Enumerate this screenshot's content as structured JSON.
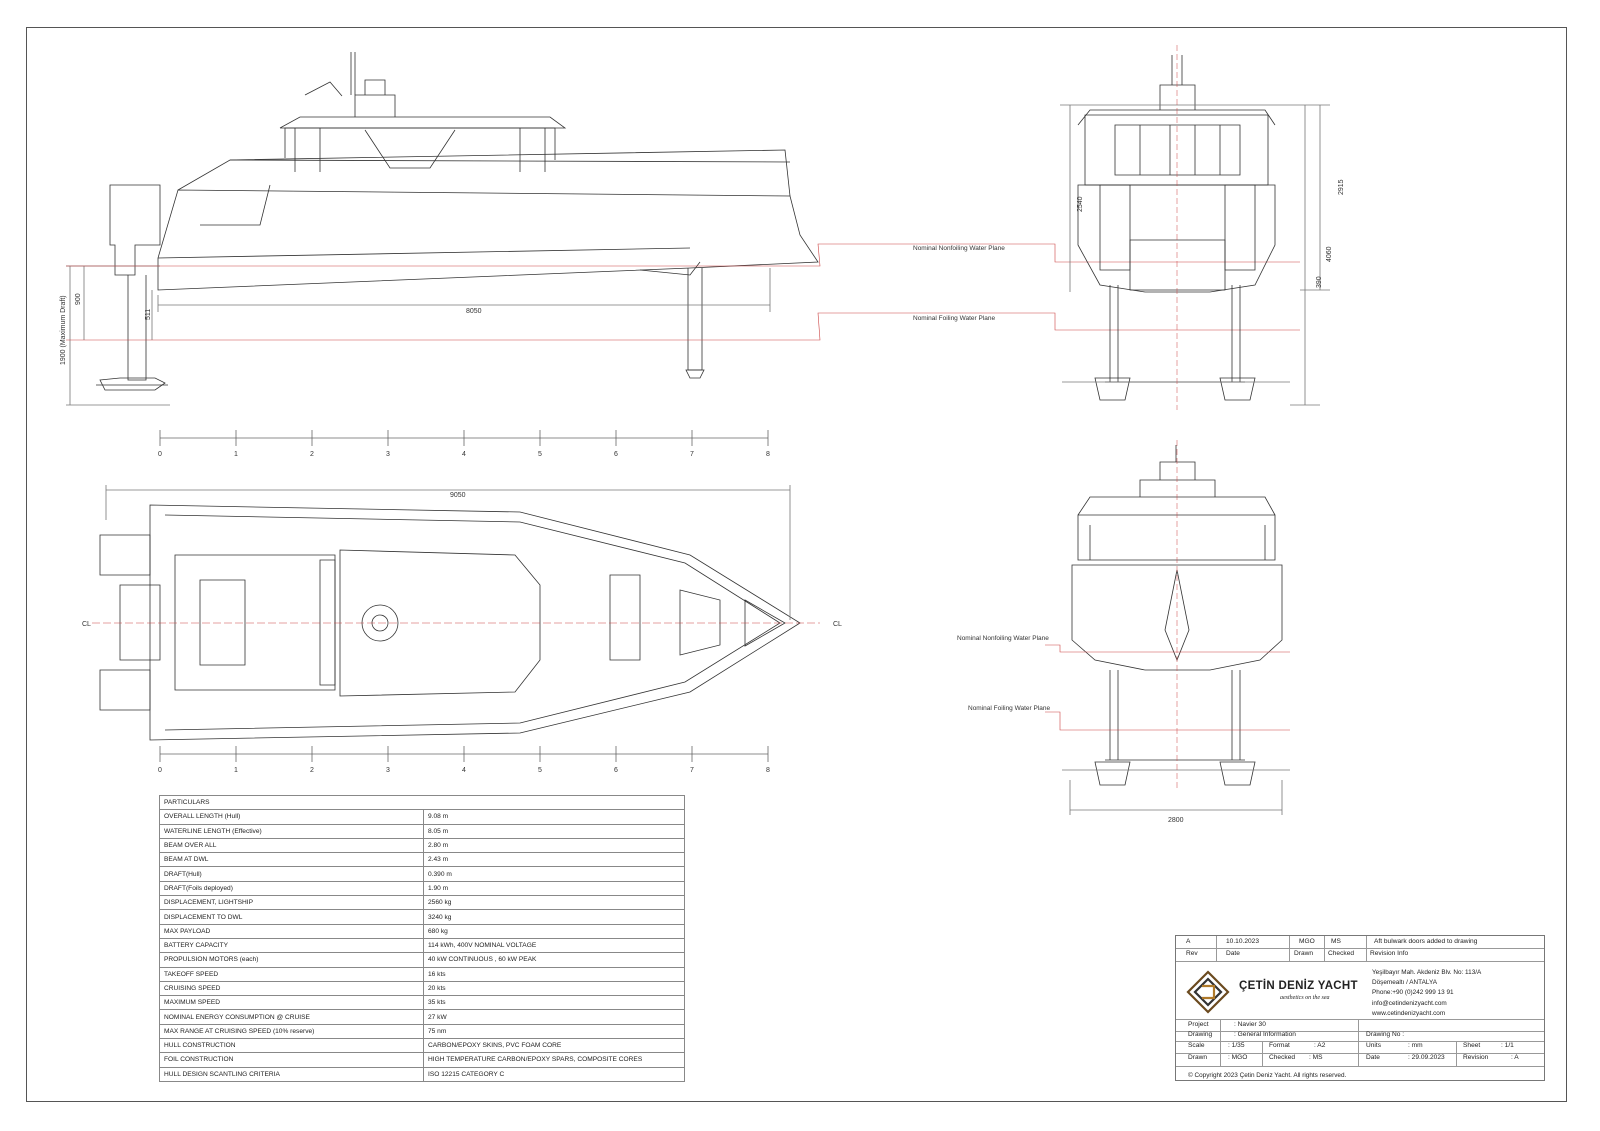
{
  "dimensions": {
    "profile_draft_total": "1900 (Maximum Draft)",
    "profile_900": "900",
    "profile_511": "511",
    "profile_waterline": "8050",
    "front_2540": "2540",
    "front_2915": "2915",
    "front_4060": "4060",
    "front_390": "390",
    "plan_length": "9050",
    "rear_beam": "2800",
    "cl": "CL"
  },
  "labels": {
    "nonfoiling": "Nominal Nonfoiling Water Plane",
    "foiling": "Nominal Foiling Water Plane"
  },
  "scale_ticks": [
    "0",
    "1",
    "2",
    "3",
    "4",
    "5",
    "6",
    "7",
    "8"
  ],
  "particulars": {
    "header": "PARTICULARS",
    "rows": [
      {
        "k": "OVERALL LENGTH (Hull)",
        "v": "9.08 m"
      },
      {
        "k": "WATERLINE LENGTH (Effective)",
        "v": "8.05 m"
      },
      {
        "k": "BEAM OVER ALL",
        "v": "2.80 m"
      },
      {
        "k": "BEAM AT DWL",
        "v": "2.43 m"
      },
      {
        "k": "DRAFT(Hull)",
        "v": "0.390 m"
      },
      {
        "k": "DRAFT(Foils deployed)",
        "v": "1.90 m"
      },
      {
        "k": "DISPLACEMENT, LIGHTSHIP",
        "v": "2560 kg"
      },
      {
        "k": "DISPLACEMENT TO DWL",
        "v": "3240 kg"
      },
      {
        "k": "MAX PAYLOAD",
        "v": "680 kg"
      },
      {
        "k": "BATTERY CAPACITY",
        "v": "114 kWh, 400V NOMINAL VOLTAGE"
      },
      {
        "k": "PROPULSION MOTORS (each)",
        "v": "40 kW CONTINUOUS , 60 kW PEAK"
      },
      {
        "k": "TAKEOFF SPEED",
        "v": "16 kts"
      },
      {
        "k": "CRUISING SPEED",
        "v": "20 kts"
      },
      {
        "k": "MAXIMUM SPEED",
        "v": "35 kts"
      },
      {
        "k": "NOMINAL ENERGY CONSUMPTION @ CRUISE",
        "v": "27 kW"
      },
      {
        "k": "MAX RANGE AT CRUISING SPEED (10% reserve)",
        "v": "75 nm"
      },
      {
        "k": "HULL CONSTRUCTION",
        "v": "CARBON/EPOXY SKINS, PVC FOAM CORE"
      },
      {
        "k": "FOIL CONSTRUCTION",
        "v": "HIGH TEMPERATURE CARBON/EPOXY SPARS, COMPOSITE CORES"
      },
      {
        "k": "HULL DESIGN SCANTLING CRITERIA",
        "v": "ISO 12215 CATEGORY C"
      }
    ]
  },
  "titleblock": {
    "rev_row": {
      "rev": "A",
      "date": "10.10.2023",
      "drawn": "MGO",
      "checked": "MS",
      "info": "Aft bulwark doors added to drawing"
    },
    "rev_head": {
      "rev": "Rev",
      "date": "Date",
      "drawn": "Drawn",
      "checked": "Checked",
      "info": "Revision Info"
    },
    "brand": "ÇETİN DENİZ YACHT",
    "slogan": "aesthetics on the sea",
    "address": [
      "Yeşilbayır Mah. Akdeniz Blv. No: 113/A",
      "Döşemealtı / ANTALYA",
      "Phone:+90 (0)242 999 13 91",
      "info@cetindenizyacht.com",
      "www.cetindenizyacht.com"
    ],
    "project_label": "Project",
    "project": ":  Navier 30",
    "drawing_label": "Drawing",
    "drawing": ":  General Information",
    "drawing_no": "Drawing No :",
    "scale_label": "Scale",
    "scale": ":  1/35",
    "format_label": "Format",
    "format": ":  A2",
    "units_label": "Units",
    "units": ":  mm",
    "sheet_label": "Sheet",
    "sheet": ":  1/1",
    "drawn_label": "Drawn",
    "drawn": ":  MGO",
    "checked_label": "Checked",
    "checked": ":  MS",
    "date_label": "Date",
    "date": ":  29.09.2023",
    "revision_label": "Revision",
    "revision": ":  A",
    "copyright": "© Copyright 2023 Çetin Deniz Yacht. All rights reserved."
  }
}
